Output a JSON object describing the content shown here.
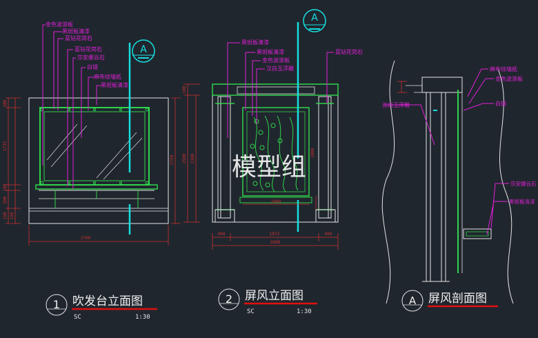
{
  "watermark": "模型组",
  "colors": {
    "background": "#20262e",
    "frame": "#e6e6e6",
    "green": "#2fd44a",
    "magenta": "#e020d8",
    "cyan": "#16e0e0",
    "red": "#e01010",
    "dim": "#cc3030",
    "title": "#f0f0f0"
  },
  "section_marker": {
    "letter": "A"
  },
  "views": [
    {
      "id": "1",
      "title": "吹发台立面图",
      "unit": "SC",
      "scale": "1:30",
      "callouts": [
        "金色波浪板",
        "黑斑板清漆",
        "蓝钻花岗石",
        "蓝钻花岗石",
        "莎安娜云石",
        "白镜",
        "麻布纹墙纸",
        "黑斑板清漆"
      ],
      "dims_bottom": [
        "2700"
      ],
      "dims_left": [
        "300",
        "1735",
        "100",
        "500",
        "150",
        "150"
      ],
      "dims_right": [
        "2750"
      ]
    },
    {
      "id": "2",
      "title": "屏风立面图",
      "unit": "SC",
      "scale": "1:30",
      "callouts": [
        "黑斑板清漆",
        "黑斑板清漆",
        "金色波浪板",
        "汉白玉浮雕",
        "蓝钻花岗石"
      ],
      "dims_bottom": [
        "404",
        "1872",
        "404",
        "2680"
      ],
      "dims_left": [
        "100",
        "2300",
        "2500"
      ],
      "dims_inner": [
        "1600",
        "1000"
      ]
    },
    {
      "id": "A",
      "title": "屏风剖面图",
      "callouts_right": [
        "麻布纹墙纸",
        "金色波浪板",
        "白镜",
        "莎安娜云石",
        "黑斑板清漆"
      ],
      "callouts_left": [
        "汉白玉浮雕"
      ]
    }
  ]
}
